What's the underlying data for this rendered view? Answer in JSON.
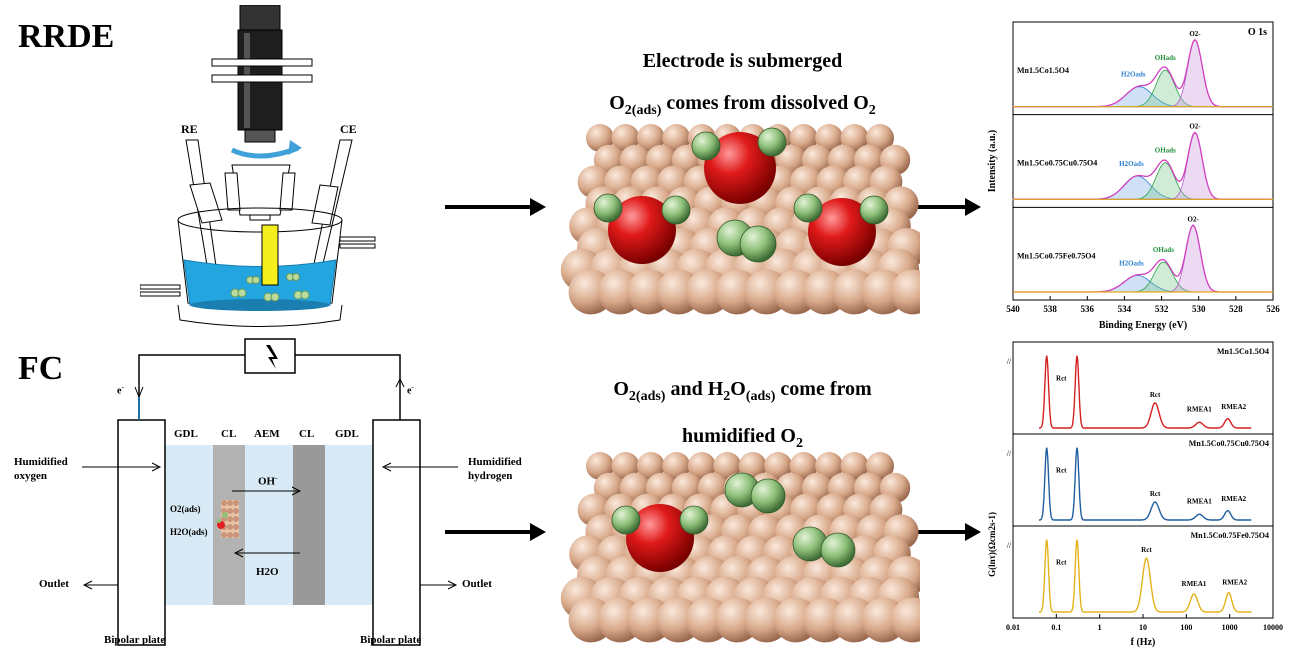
{
  "labels": {
    "rrde": "RRDE",
    "fc": "FC",
    "re": "RE",
    "ce": "CE"
  },
  "captions": {
    "top_line1": "Electrode is submerged",
    "top_line2_prefix": "O",
    "top_line2_sub": "2(ads)",
    "top_line2_mid": " comes from dissolved O",
    "top_line2_sub2": "2",
    "bottom_line1_prefix": "O",
    "bottom_line1_sub": "2(ads)",
    "bottom_line1_mid": " and H",
    "bottom_line1_sub2": "2",
    "bottom_line1_mid2": "O",
    "bottom_line1_sub3": "(ads)",
    "bottom_line1_end": " come from",
    "bottom_line2_prefix": "humidified O",
    "bottom_line2_sub": "2"
  },
  "fuel_cell": {
    "layers": [
      "GDL",
      "CL",
      "AEM",
      "CL",
      "GDL"
    ],
    "left_input": [
      "Humidified",
      "oxygen"
    ],
    "right_input": [
      "Humidified",
      "hydrogen"
    ],
    "outlet_left": "Outlet",
    "outlet_right": "Outlet",
    "bipolar_left": "Bipolar plate",
    "bipolar_right": "Bipolar plate",
    "oh_label": "OH",
    "oh_sup": "-",
    "h2o_label": "H2O",
    "o2ads_label": "O2(ads)",
    "h2oads_label": "H2O(ads)",
    "electron_left": "e",
    "electron_right": "e",
    "electron_sup": "-",
    "source_icon": "lightning-bolt-icon"
  },
  "chart_data": [
    {
      "type": "line",
      "title": "O 1s",
      "xlabel": "Binding Energy (eV)",
      "ylabel": "Intensity (a.u.)",
      "xlim": [
        540,
        526
      ],
      "x_ticks": [
        540,
        538,
        536,
        534,
        532,
        530,
        528,
        526
      ],
      "panels": [
        {
          "name": "Mn1.5Co1.5O4",
          "peak_labels": [
            "H2Oads",
            "OHads",
            "O2-"
          ],
          "peaks": [
            {
              "center": 533.2,
              "height": 0.3
            },
            {
              "center": 531.8,
              "height": 0.55
            },
            {
              "center": 530.2,
              "height": 1.0
            }
          ]
        },
        {
          "name": "Mn1.5Co0.75Cu0.75O4",
          "peak_labels": [
            "H2Oads",
            "OHads",
            "O2-"
          ],
          "peaks": [
            {
              "center": 533.3,
              "height": 0.35
            },
            {
              "center": 531.8,
              "height": 0.55
            },
            {
              "center": 530.2,
              "height": 1.0
            }
          ]
        },
        {
          "name": "Mn1.5Co0.75Fe0.75O4",
          "peak_labels": [
            "H2Oads",
            "OHads",
            "O2-"
          ],
          "peaks": [
            {
              "center": 533.3,
              "height": 0.25
            },
            {
              "center": 531.9,
              "height": 0.45
            },
            {
              "center": 530.3,
              "height": 1.0
            }
          ]
        }
      ]
    },
    {
      "type": "line",
      "xlabel": "f (Hz)",
      "ylabel": "G(lnτ)(Ωcm2s-1)",
      "x_scale": "log",
      "xlim": [
        0.01,
        10000
      ],
      "x_ticks": [
        "0.01",
        "0.1",
        "1",
        "10",
        "100",
        "1000",
        "10000"
      ],
      "series": [
        {
          "name": "Mn1.5Co1.5O4",
          "color": "#d42020",
          "peak_labels": [
            "Rct",
            "Rct",
            "RMEA1",
            "RMEA2"
          ],
          "peaks": [
            {
              "f": 0.06,
              "height": 1.0
            },
            {
              "f": 0.3,
              "height": 1.0
            },
            {
              "f": 19,
              "height": 0.35
            },
            {
              "f": 200,
              "height": 0.08
            },
            {
              "f": 900,
              "height": 0.13
            }
          ]
        },
        {
          "name": "Mn1.5Co0.75Cu0.75O4",
          "color": "#1f5f9f",
          "peak_labels": [
            "Rct",
            "Rct",
            "RMEA1",
            "RMEA2"
          ],
          "peaks": [
            {
              "f": 0.06,
              "height": 1.0
            },
            {
              "f": 0.3,
              "height": 1.0
            },
            {
              "f": 19,
              "height": 0.25
            },
            {
              "f": 200,
              "height": 0.08
            },
            {
              "f": 900,
              "height": 0.13
            }
          ]
        },
        {
          "name": "Mn1.5Co0.75Fe0.75O4",
          "color": "#e5b21a",
          "peak_labels": [
            "Rct",
            "Rct",
            "RMEA1",
            "RMEA2"
          ],
          "peaks": [
            {
              "f": 0.06,
              "height": 1.0
            },
            {
              "f": 0.3,
              "height": 1.0
            },
            {
              "f": 12,
              "height": 0.75
            },
            {
              "f": 150,
              "height": 0.25
            },
            {
              "f": 950,
              "height": 0.27
            }
          ]
        }
      ]
    }
  ]
}
